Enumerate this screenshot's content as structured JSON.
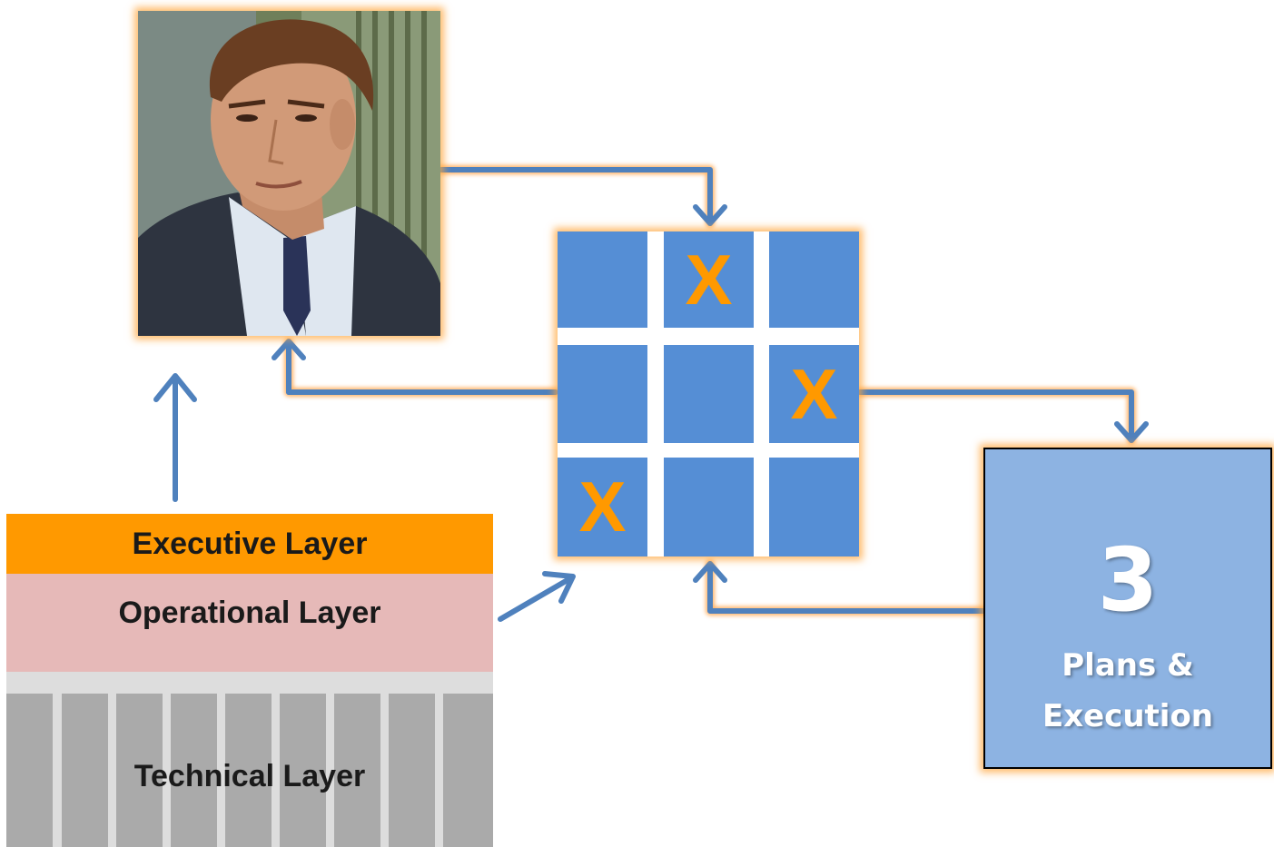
{
  "grid": {
    "cells": [
      "",
      "X",
      "",
      "",
      "",
      "X",
      "X",
      "",
      ""
    ]
  },
  "plans": {
    "number": "3",
    "label": "Plans &\nExecution"
  },
  "layers": {
    "executive": "Executive Layer",
    "operational": "Operational Layer",
    "technical": "Technical Layer"
  },
  "colors": {
    "blue": "#558ed5",
    "light_blue": "#8db3e2",
    "orange": "#ff9900",
    "pink": "#e6b9b8",
    "gray": "#aaaaaa",
    "arrow": "#4f81bd"
  }
}
